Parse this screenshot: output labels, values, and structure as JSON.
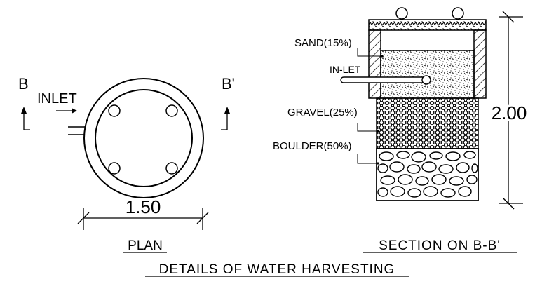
{
  "plan": {
    "label_b_left": "B",
    "label_b_right": "B'",
    "inlet_label": "INLET",
    "diameter_label": "1.50",
    "title": "PLAN"
  },
  "section": {
    "sand_label": "SAND(15%)",
    "inlet_label": "IN-LET",
    "gravel_label": "GRAVEL(25%)",
    "boulder_label": "BOULDER(50%)",
    "height_label": "2.00",
    "title": "SECTION ON B-B'"
  },
  "main_title": "DETAILS OF WATER HARVESTING"
}
